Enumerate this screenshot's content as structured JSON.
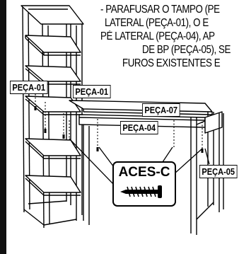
{
  "instructions": {
    "lines": [
      "- PARAFUSAR O TAMPO (PE",
      "LATERAL (PEÇA-01), O E",
      "PÉ LATERAL (PEÇA-04), AP",
      "DE BP (PEÇA-05), SE",
      "FUROS EXISTENTES  E"
    ]
  },
  "labels": {
    "peca_01_shelf": "PEÇA-01",
    "peca_01_panel": "PEÇA-01",
    "peca_07": "PEÇA-07",
    "peca_04": "PEÇA-04",
    "peca_05": "PEÇA-05"
  },
  "hardware": {
    "title": "ACES-C",
    "icon": "screw-icon"
  }
}
